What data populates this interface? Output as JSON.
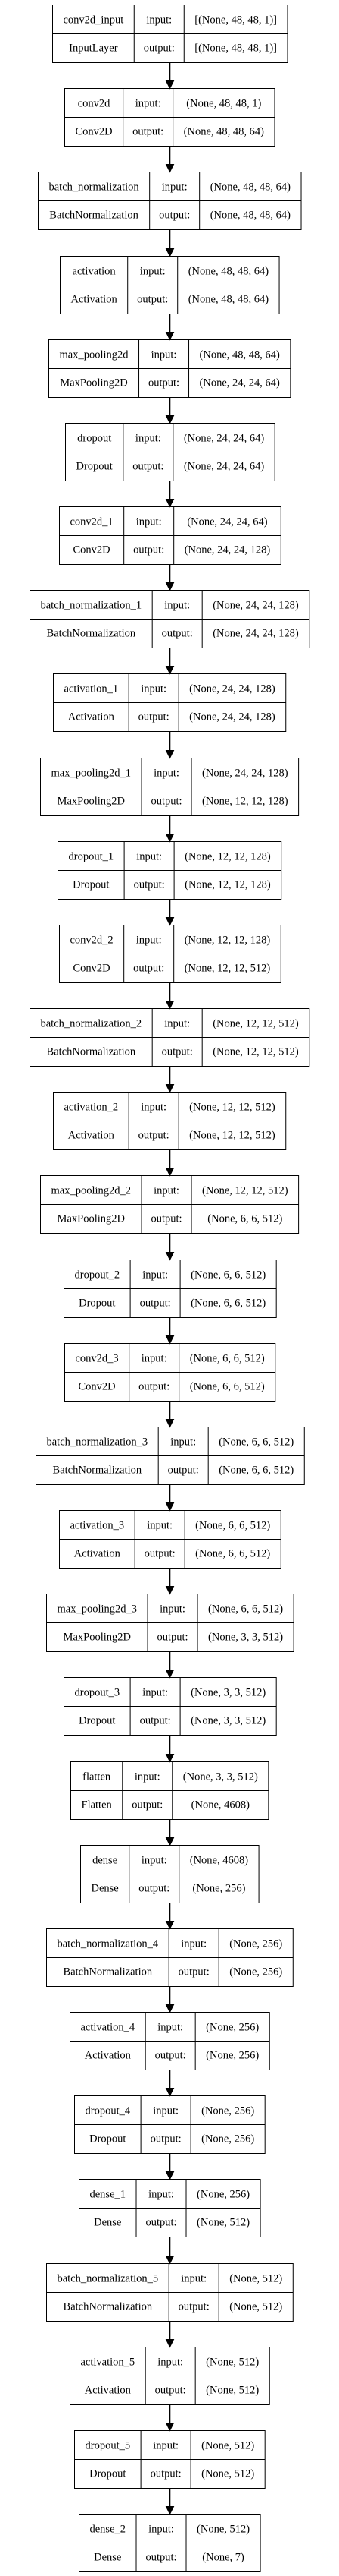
{
  "diagram": {
    "io_labels": {
      "input": "input:",
      "output": "output:"
    },
    "layers": [
      {
        "name": "conv2d_input",
        "type": "InputLayer",
        "input": "[(None, 48, 48, 1)]",
        "output": "[(None, 48, 48, 1)]"
      },
      {
        "name": "conv2d",
        "type": "Conv2D",
        "input": "(None, 48, 48, 1)",
        "output": "(None, 48, 48, 64)"
      },
      {
        "name": "batch_normalization",
        "type": "BatchNormalization",
        "input": "(None, 48, 48, 64)",
        "output": "(None, 48, 48, 64)"
      },
      {
        "name": "activation",
        "type": "Activation",
        "input": "(None, 48, 48, 64)",
        "output": "(None, 48, 48, 64)"
      },
      {
        "name": "max_pooling2d",
        "type": "MaxPooling2D",
        "input": "(None, 48, 48, 64)",
        "output": "(None, 24, 24, 64)"
      },
      {
        "name": "dropout",
        "type": "Dropout",
        "input": "(None, 24, 24, 64)",
        "output": "(None, 24, 24, 64)"
      },
      {
        "name": "conv2d_1",
        "type": "Conv2D",
        "input": "(None, 24, 24, 64)",
        "output": "(None, 24, 24, 128)"
      },
      {
        "name": "batch_normalization_1",
        "type": "BatchNormalization",
        "input": "(None, 24, 24, 128)",
        "output": "(None, 24, 24, 128)"
      },
      {
        "name": "activation_1",
        "type": "Activation",
        "input": "(None, 24, 24, 128)",
        "output": "(None, 24, 24, 128)"
      },
      {
        "name": "max_pooling2d_1",
        "type": "MaxPooling2D",
        "input": "(None, 24, 24, 128)",
        "output": "(None, 12, 12, 128)"
      },
      {
        "name": "dropout_1",
        "type": "Dropout",
        "input": "(None, 12, 12, 128)",
        "output": "(None, 12, 12, 128)"
      },
      {
        "name": "conv2d_2",
        "type": "Conv2D",
        "input": "(None, 12, 12, 128)",
        "output": "(None, 12, 12, 512)"
      },
      {
        "name": "batch_normalization_2",
        "type": "BatchNormalization",
        "input": "(None, 12, 12, 512)",
        "output": "(None, 12, 12, 512)"
      },
      {
        "name": "activation_2",
        "type": "Activation",
        "input": "(None, 12, 12, 512)",
        "output": "(None, 12, 12, 512)"
      },
      {
        "name": "max_pooling2d_2",
        "type": "MaxPooling2D",
        "input": "(None, 12, 12, 512)",
        "output": "(None, 6, 6, 512)"
      },
      {
        "name": "dropout_2",
        "type": "Dropout",
        "input": "(None, 6, 6, 512)",
        "output": "(None, 6, 6, 512)"
      },
      {
        "name": "conv2d_3",
        "type": "Conv2D",
        "input": "(None, 6, 6, 512)",
        "output": "(None, 6, 6, 512)"
      },
      {
        "name": "batch_normalization_3",
        "type": "BatchNormalization",
        "input": "(None, 6, 6, 512)",
        "output": "(None, 6, 6, 512)"
      },
      {
        "name": "activation_3",
        "type": "Activation",
        "input": "(None, 6, 6, 512)",
        "output": "(None, 6, 6, 512)"
      },
      {
        "name": "max_pooling2d_3",
        "type": "MaxPooling2D",
        "input": "(None, 6, 6, 512)",
        "output": "(None, 3, 3, 512)"
      },
      {
        "name": "dropout_3",
        "type": "Dropout",
        "input": "(None, 3, 3, 512)",
        "output": "(None, 3, 3, 512)"
      },
      {
        "name": "flatten",
        "type": "Flatten",
        "input": "(None, 3, 3, 512)",
        "output": "(None, 4608)"
      },
      {
        "name": "dense",
        "type": "Dense",
        "input": "(None, 4608)",
        "output": "(None, 256)"
      },
      {
        "name": "batch_normalization_4",
        "type": "BatchNormalization",
        "input": "(None, 256)",
        "output": "(None, 256)"
      },
      {
        "name": "activation_4",
        "type": "Activation",
        "input": "(None, 256)",
        "output": "(None, 256)"
      },
      {
        "name": "dropout_4",
        "type": "Dropout",
        "input": "(None, 256)",
        "output": "(None, 256)"
      },
      {
        "name": "dense_1",
        "type": "Dense",
        "input": "(None, 256)",
        "output": "(None, 512)"
      },
      {
        "name": "batch_normalization_5",
        "type": "BatchNormalization",
        "input": "(None, 512)",
        "output": "(None, 512)"
      },
      {
        "name": "activation_5",
        "type": "Activation",
        "input": "(None, 512)",
        "output": "(None, 512)"
      },
      {
        "name": "dropout_5",
        "type": "Dropout",
        "input": "(None, 512)",
        "output": "(None, 512)"
      },
      {
        "name": "dense_2",
        "type": "Dense",
        "input": "(None, 512)",
        "output": "(None, 7)"
      }
    ]
  }
}
